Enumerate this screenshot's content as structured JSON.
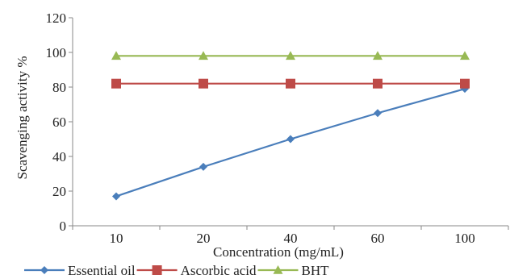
{
  "chart_data": {
    "type": "line",
    "title": "",
    "xlabel": "Concentration (mg/mL)",
    "ylabel": "Scavenging activity %",
    "categories": [
      "10",
      "20",
      "40",
      "60",
      "100"
    ],
    "ylim": [
      0,
      120
    ],
    "yticks": [
      0,
      20,
      40,
      60,
      80,
      100,
      120
    ],
    "grid": false,
    "legend": "bottom",
    "series": [
      {
        "name": "Essential oil",
        "values": [
          17,
          34,
          50,
          65,
          79
        ],
        "color": "#4a7ebb",
        "marker": "diamond"
      },
      {
        "name": "Ascorbic acid",
        "values": [
          82,
          82,
          82,
          82,
          82
        ],
        "color": "#be4b48",
        "marker": "square"
      },
      {
        "name": "BHT",
        "values": [
          98,
          98,
          98,
          98,
          98
        ],
        "color": "#98b954",
        "marker": "triangle"
      }
    ]
  }
}
